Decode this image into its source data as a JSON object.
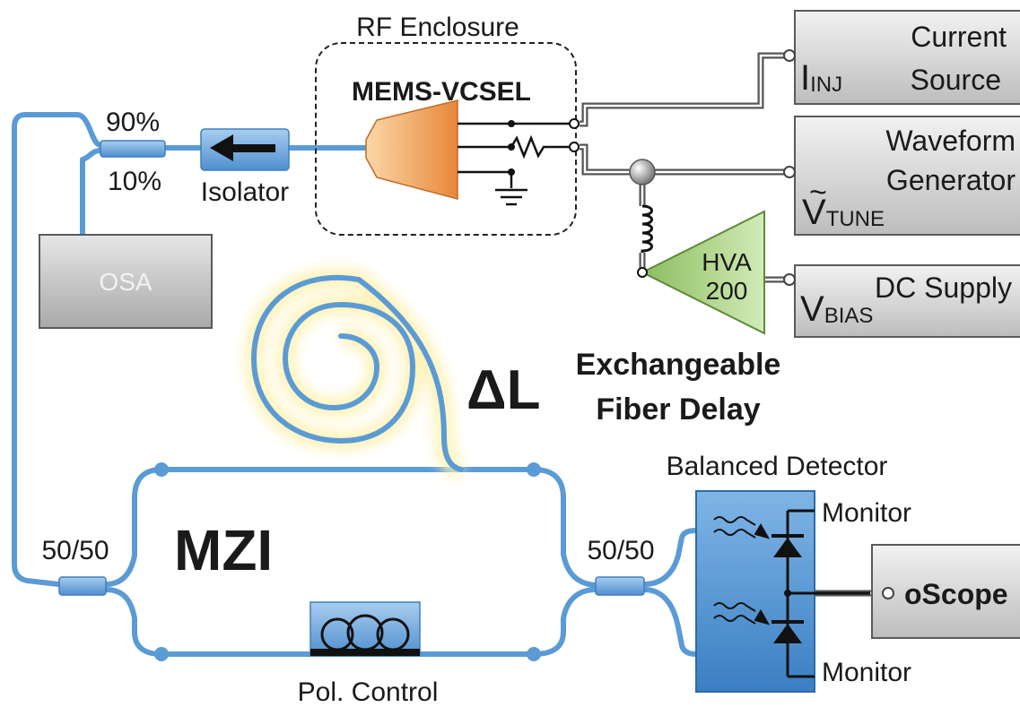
{
  "colors": {
    "fiber": "#5b9bd5",
    "fiber_dark": "#3f7fba",
    "box_fill": "#d9d9d9",
    "box_edge": "#5a5a5a",
    "amp_fill": "#a9d18e",
    "vcsel_fill": "#f4a460",
    "detector_fill": "#4a8fd0",
    "glow": "#fff2b3"
  },
  "labels": {
    "rf_enclosure": "RF Enclosure",
    "mems_vcsel": "MEMS-VCSEL",
    "isolator": "Isolator",
    "split_90": "90%",
    "split_10": "10%",
    "osa": "OSA",
    "current_source_l1": "Current",
    "current_source_l2": "Source",
    "i_main": "I",
    "i_sub": "INJ",
    "waveform_l1": "Waveform",
    "waveform_l2": "Generator",
    "v_tune_main": "V",
    "v_tune_tilde": "~",
    "v_tune_sub": "TUNE",
    "hva_l1": "HVA",
    "hva_l2": "200",
    "dc_supply": "DC Supply",
    "v_bias_main": "V",
    "v_bias_sub": "BIAS",
    "delta_l": "ΔL",
    "delay_l1": "Exchangeable",
    "delay_l2": "Fiber Delay",
    "mzi": "MZI",
    "coupler_left": "50/50",
    "coupler_right": "50/50",
    "pol_control": "Pol. Control",
    "balanced_detector": "Balanced Detector",
    "monitor_top": "Monitor",
    "monitor_bottom": "Monitor",
    "oscope": "oScope"
  }
}
